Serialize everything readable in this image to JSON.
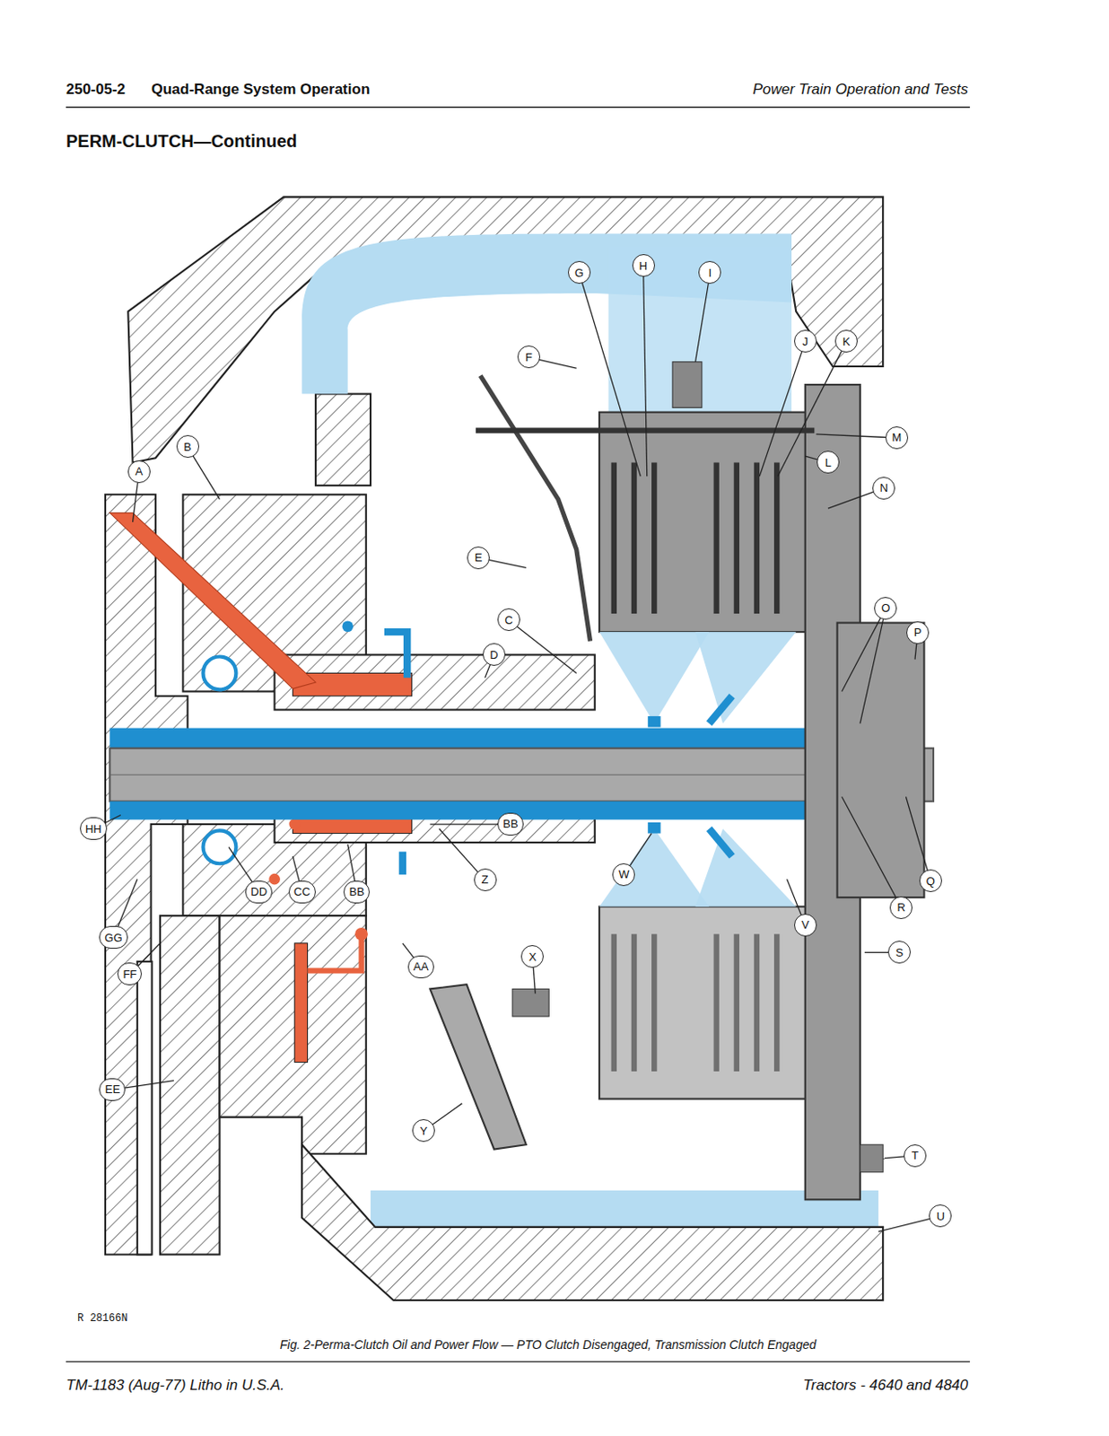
{
  "diagram": {
    "title": "PERM-CLUTCH—Continued",
    "caption": "Fig. 2-Perma-Clutch Oil and Power Flow — PTO Clutch Disengaged, Transmission Clutch Engaged",
    "nodes": [
      {
        "text": [
          "G"
        ]
      },
      {
        "text": [
          "H"
        ]
      },
      {
        "text": [
          "I"
        ]
      },
      {
        "text": [
          "J"
        ]
      },
      {
        "text": [
          "K"
        ]
      },
      {
        "text": [
          "F"
        ]
      },
      {
        "text": [
          "M"
        ]
      },
      {
        "text": [
          "B"
        ]
      },
      {
        "text": [
          "L"
        ]
      },
      {
        "text": [
          "A"
        ]
      },
      {
        "text": [
          "N"
        ]
      },
      {
        "text": [
          "E"
        ]
      },
      {
        "text": [
          "O"
        ]
      },
      {
        "text": [
          "C"
        ]
      },
      {
        "text": [
          "P"
        ]
      },
      {
        "text": [
          "D"
        ]
      },
      {
        "text": [
          "BB"
        ]
      },
      {
        "text": [
          "HH"
        ]
      },
      {
        "text": [
          "Z"
        ]
      },
      {
        "text": [
          "W"
        ]
      },
      {
        "text": [
          "Q"
        ]
      },
      {
        "text": [
          "DD"
        ]
      },
      {
        "text": [
          "CC"
        ]
      },
      {
        "text": [
          "BB"
        ]
      },
      {
        "text": [
          "AA"
        ]
      },
      {
        "text": [
          "R"
        ]
      },
      {
        "text": [
          "V"
        ]
      },
      {
        "text": [
          "S"
        ]
      },
      {
        "text": [
          "GG"
        ]
      },
      {
        "text": [
          "X"
        ]
      },
      {
        "text": [
          "FF"
        ]
      },
      {
        "text": [
          "EE"
        ]
      },
      {
        "text": [
          "Y"
        ]
      },
      {
        "text": [
          "T"
        ]
      },
      {
        "text": [
          "U"
        ]
      }
    ],
    "labels": [
      "250-05-2",
      "Quad-Range System Operation",
      "Power Train Operation and Tests",
      "R 28166N",
      "TM-1183 (Aug-77) Litho in U.S.A.",
      "Tractors - 4640 and 4840"
    ]
  }
}
